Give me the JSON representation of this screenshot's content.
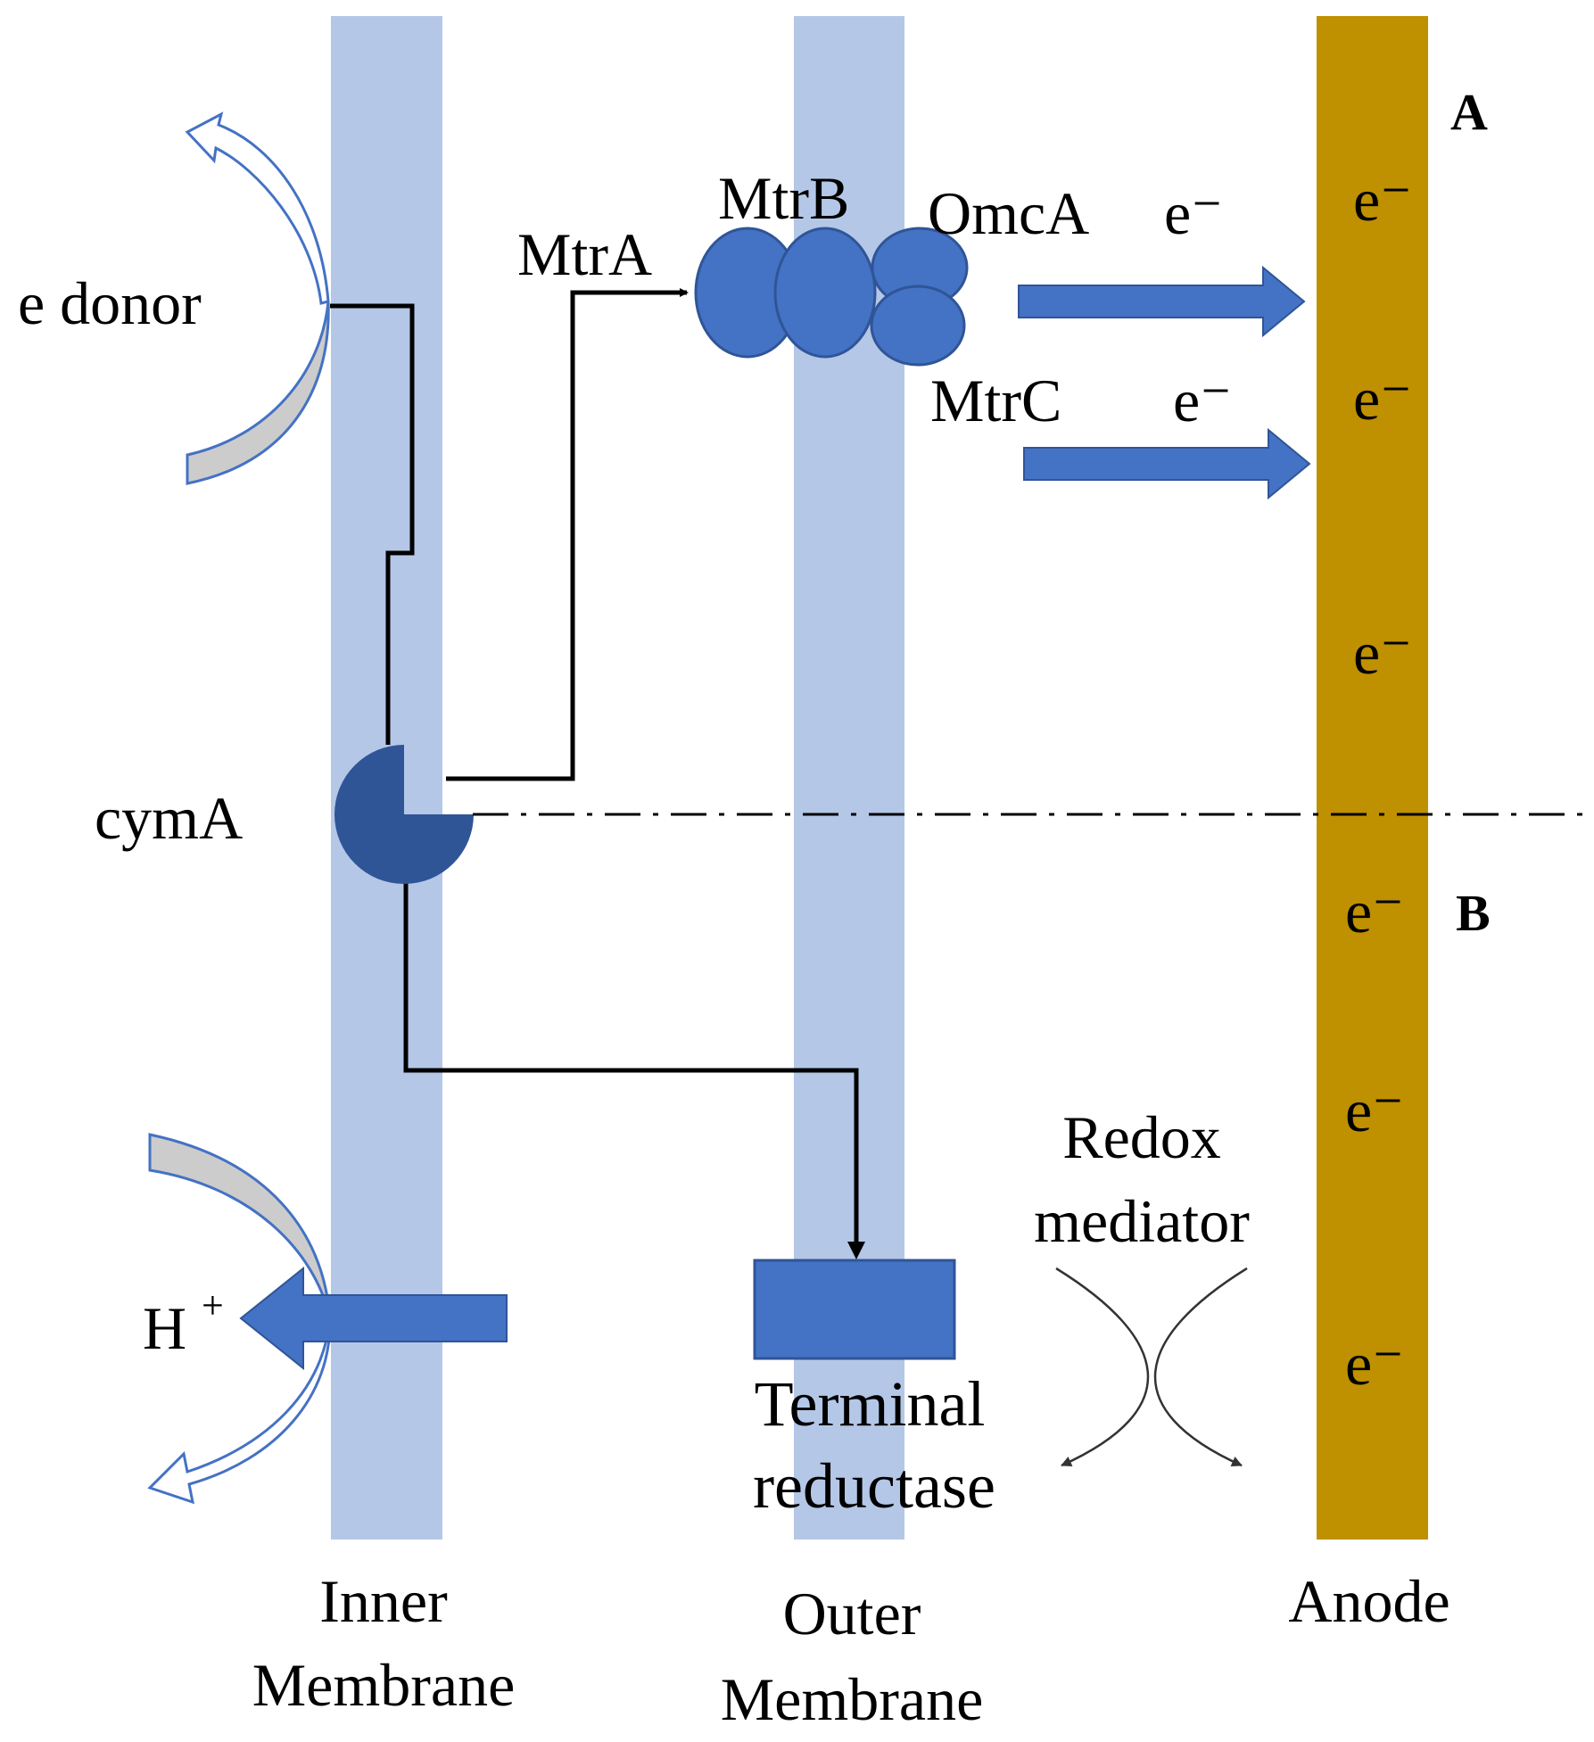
{
  "labels": {
    "section_a": "A",
    "section_b": "B",
    "e_donor": "e donor",
    "mtra": "MtrA",
    "mtrb": "MtrB",
    "omca": "OmcA",
    "mtrc": "MtrC",
    "electron": "e⁻",
    "cyma": "cymA",
    "proton": "H",
    "proton_sup": "+",
    "redox_line1": "Redox",
    "redox_line2": "mediator",
    "terminal_line1": "Terminal",
    "terminal_line2": "reductase",
    "inner_line1": "Inner",
    "inner_line2": "Membrane",
    "outer_line1": "Outer",
    "outer_line2": "Membrane",
    "anode": "Anode"
  },
  "colors": {
    "membrane": "#b4c7e7",
    "anode": "#bf9000",
    "protein": "#4472c4",
    "protein_dark": "#2f5597",
    "cyma": "#2f5597",
    "flux_arrow_gray": "#cccccc",
    "flux_arrow_outline": "#4472c4"
  }
}
